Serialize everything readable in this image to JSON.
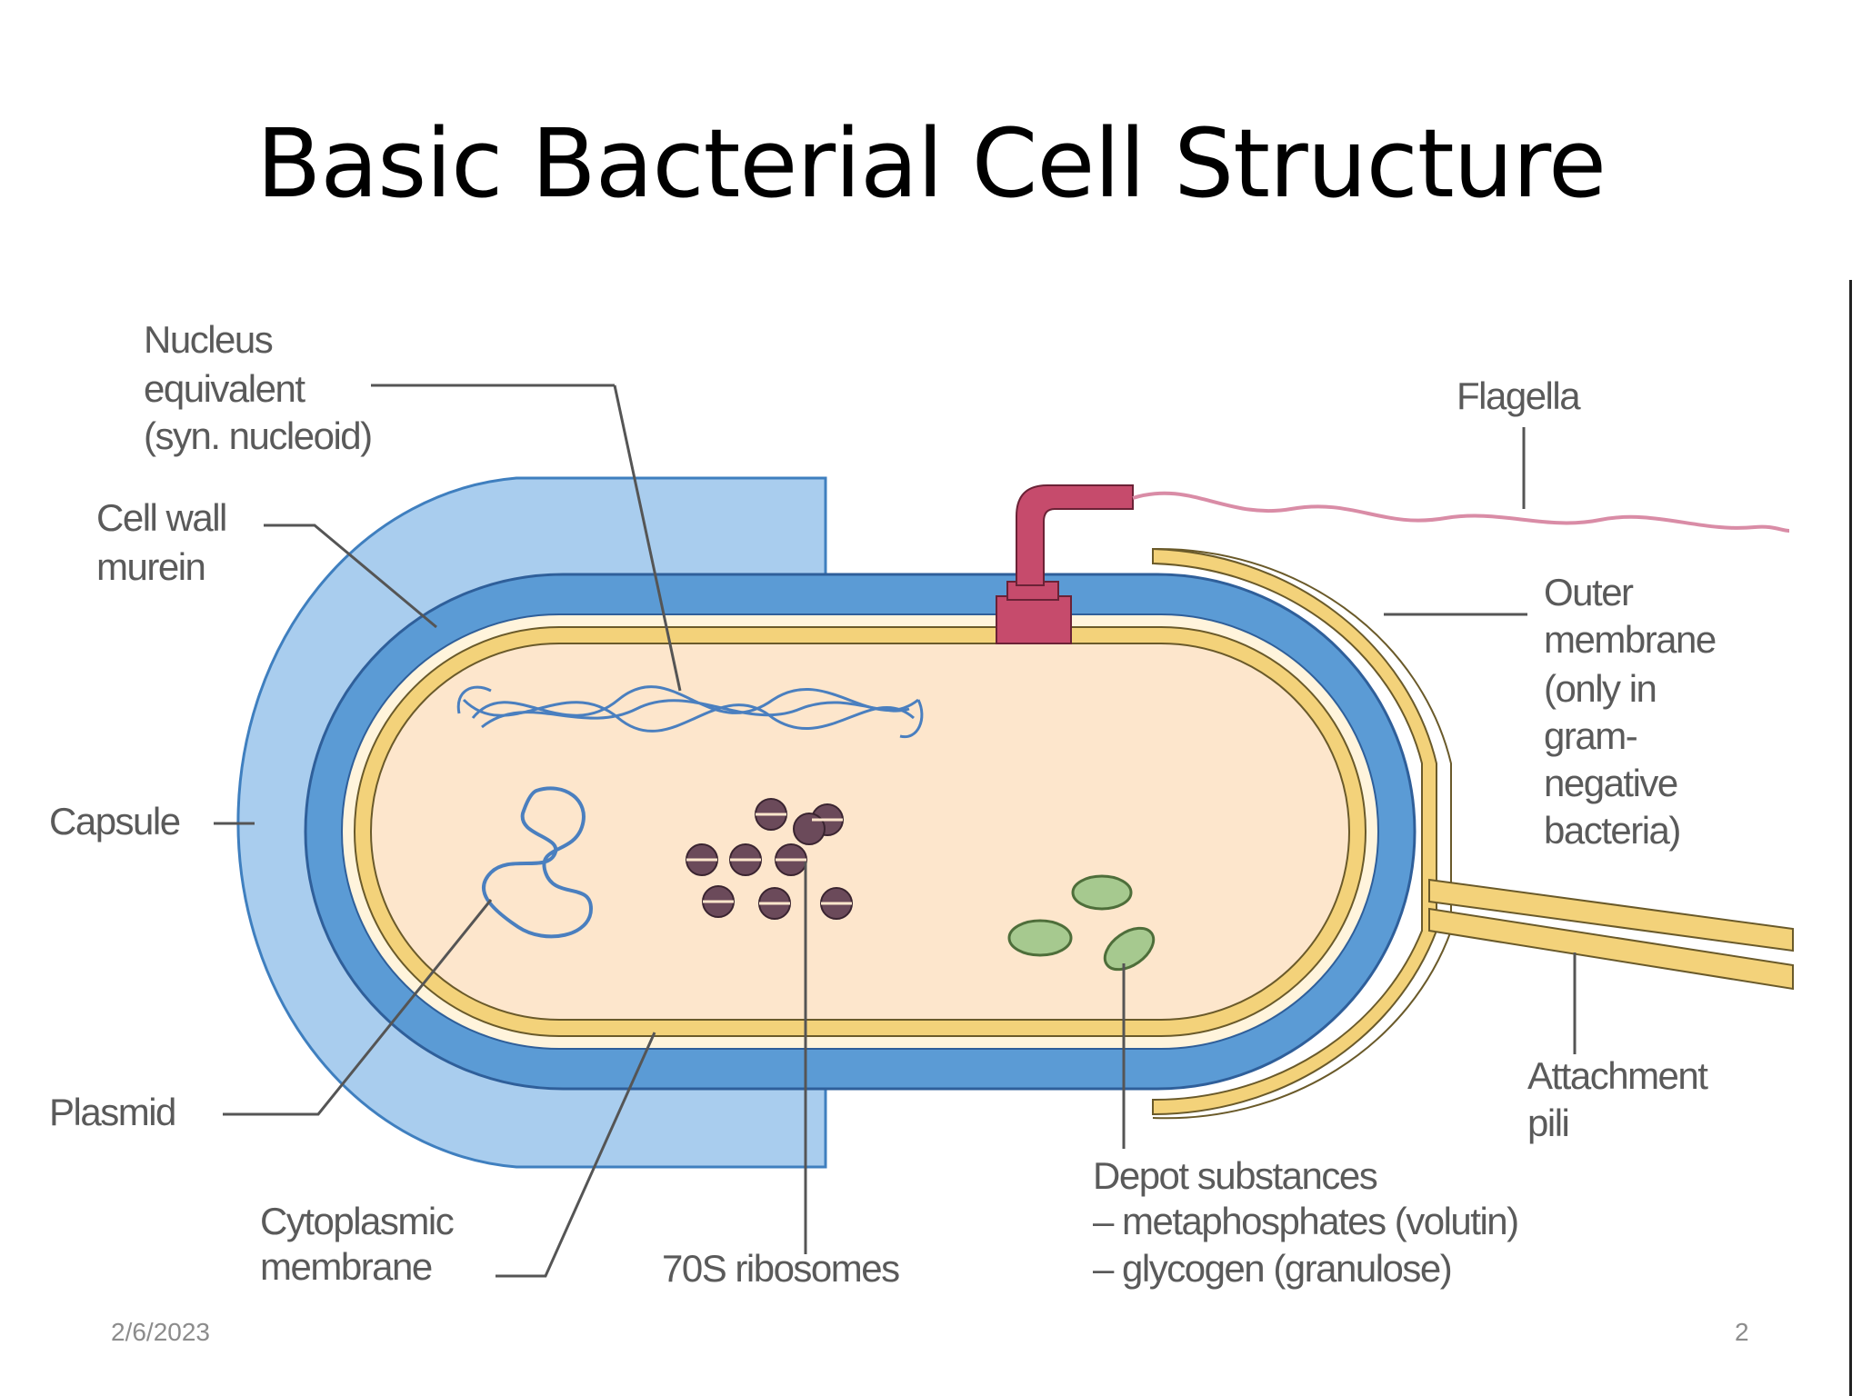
{
  "slide": {
    "title": "Basic Bacterial Cell Structure",
    "date": "2/6/2023",
    "page_number": "2"
  },
  "labels": {
    "nucleus": [
      "Nucleus",
      "equivalent",
      "(syn. nucleoid)"
    ],
    "cell_wall": [
      "Cell wall",
      "murein"
    ],
    "capsule": "Capsule",
    "plasmid": "Plasmid",
    "cytoplasmic_membrane": [
      "Cytoplasmic",
      "membrane"
    ],
    "ribosomes": "70S ribosomes",
    "depot": [
      "Depot substances",
      "– metaphosphates (volutin)",
      "– glycogen (granulose)"
    ],
    "flagella": "Flagella",
    "outer_membrane": [
      "Outer",
      "membrane",
      "(only in",
      "gram-",
      "negative",
      "bacteria)"
    ],
    "pili": [
      "Attachment",
      "pili"
    ]
  },
  "colors": {
    "capsule": "#a9cdee",
    "cell_wall": "#5b9bd5",
    "membrane": "#f3d27a",
    "cytoplasm": "#fde6cc",
    "flagellum_base": "#c64b6c",
    "flagellum_tail": "#d98ca6",
    "ribosome": "#6b4a5a",
    "granule": "#a6c98f",
    "leader_line": "#555555"
  }
}
